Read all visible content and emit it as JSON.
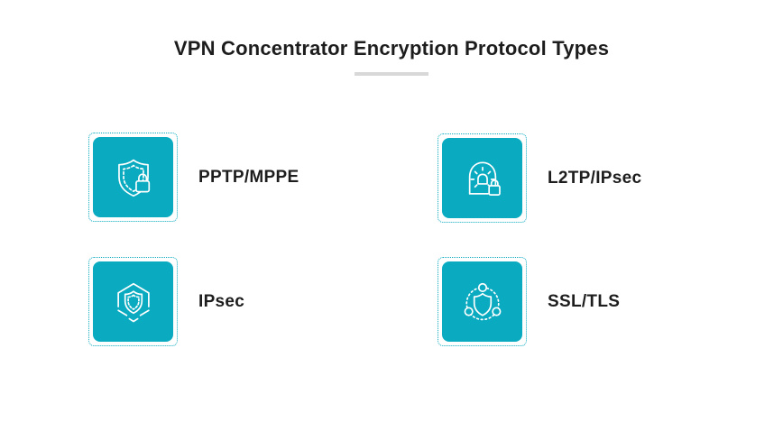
{
  "header": {
    "title": "VPN Concentrator Encryption Protocol Types"
  },
  "theme": {
    "tile_color": "#0aabc0",
    "icon_stroke": "#ffffff",
    "text_color": "#1d1d1d",
    "divider_color": "#d8d8d8",
    "background": "#ffffff"
  },
  "items": [
    {
      "label": "PPTP/MPPE",
      "icon": "shield-lock-icon"
    },
    {
      "label": "L2TP/IPsec",
      "icon": "tunnel-lock-icon"
    },
    {
      "label": "IPsec",
      "icon": "hexagon-shield-icon"
    },
    {
      "label": "SSL/TLS",
      "icon": "network-shield-icon"
    }
  ]
}
